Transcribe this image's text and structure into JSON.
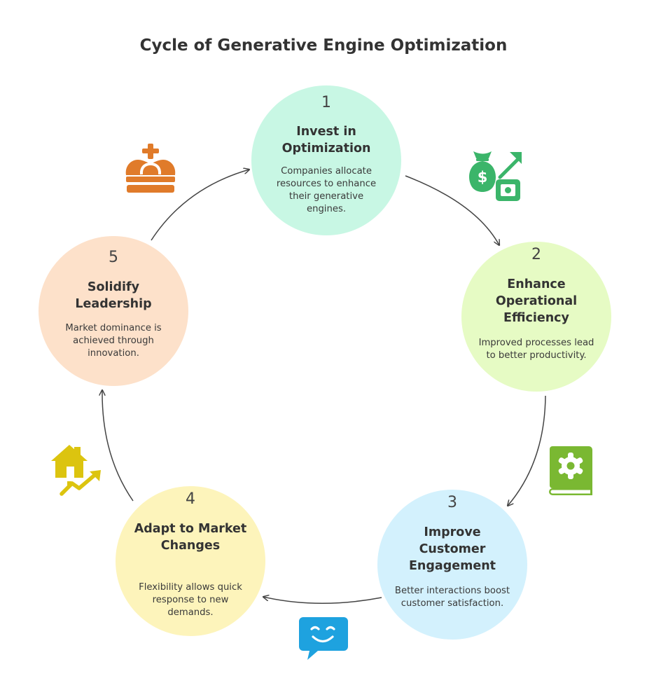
{
  "title": "Cycle of Generative Engine Optimization",
  "steps": [
    {
      "number": "1",
      "title": "Invest in Optimization",
      "description": "Companies allocate resources to enhance their generative engines.",
      "color": "#c8f7e4",
      "icon": "money-growth-icon"
    },
    {
      "number": "2",
      "title": "Enhance Operational Efficiency",
      "description": "Improved processes lead to better productivity.",
      "color": "#e6fbc4",
      "icon": "gear-book-icon"
    },
    {
      "number": "3",
      "title": "Improve Customer Engagement",
      "description": "Better interactions boost customer satisfaction.",
      "color": "#d3f1fd",
      "icon": "smile-chat-icon"
    },
    {
      "number": "4",
      "title": "Adapt to Market Changes",
      "description": "Flexibility allows quick response to new demands.",
      "color": "#fdf4bb",
      "icon": "house-trend-icon"
    },
    {
      "number": "5",
      "title": "Solidify Leadership",
      "description": "Market dominance is achieved through innovation.",
      "color": "#fde1ca",
      "icon": "crown-icon"
    }
  ],
  "colors": {
    "money": "#3bb56a",
    "book": "#7ab832",
    "chat": "#1ea2df",
    "house": "#dcc40f",
    "crown": "#e07b2a",
    "arrow": "#444444"
  }
}
